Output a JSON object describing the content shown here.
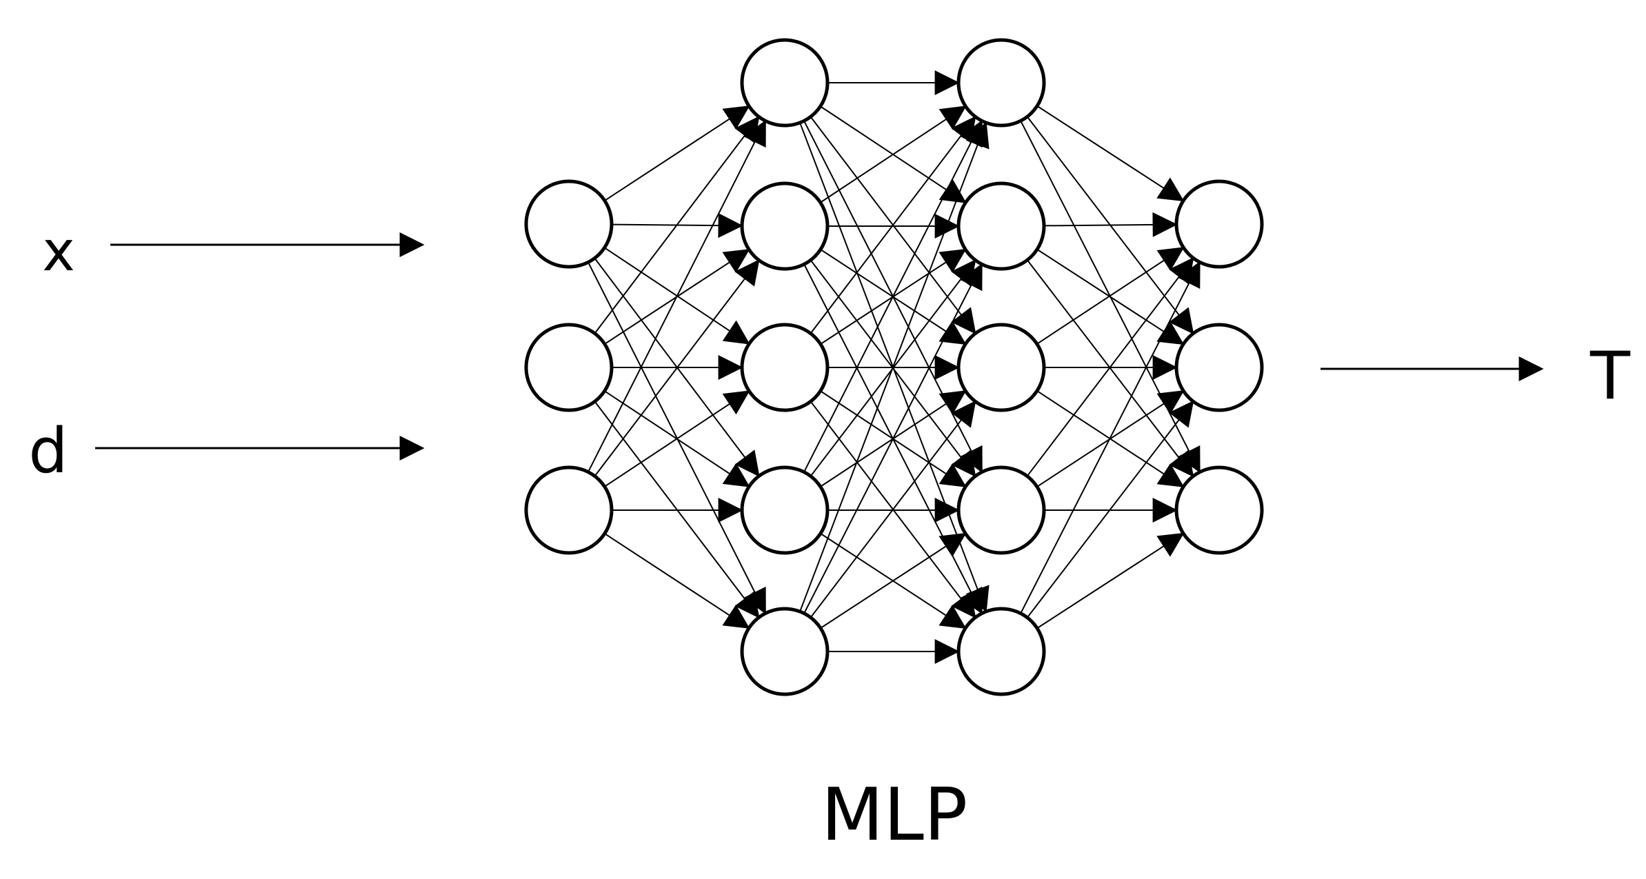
{
  "diagram": {
    "inputs": [
      {
        "label": "x"
      },
      {
        "label": "d"
      }
    ],
    "output": {
      "label": "T"
    },
    "caption": "MLP",
    "layers": [
      {
        "nodes": 3
      },
      {
        "nodes": 5
      },
      {
        "nodes": 5
      },
      {
        "nodes": 3
      }
    ],
    "connectivity": "fully-connected",
    "colors": {
      "stroke": "#000000",
      "fill": "#ffffff"
    }
  }
}
